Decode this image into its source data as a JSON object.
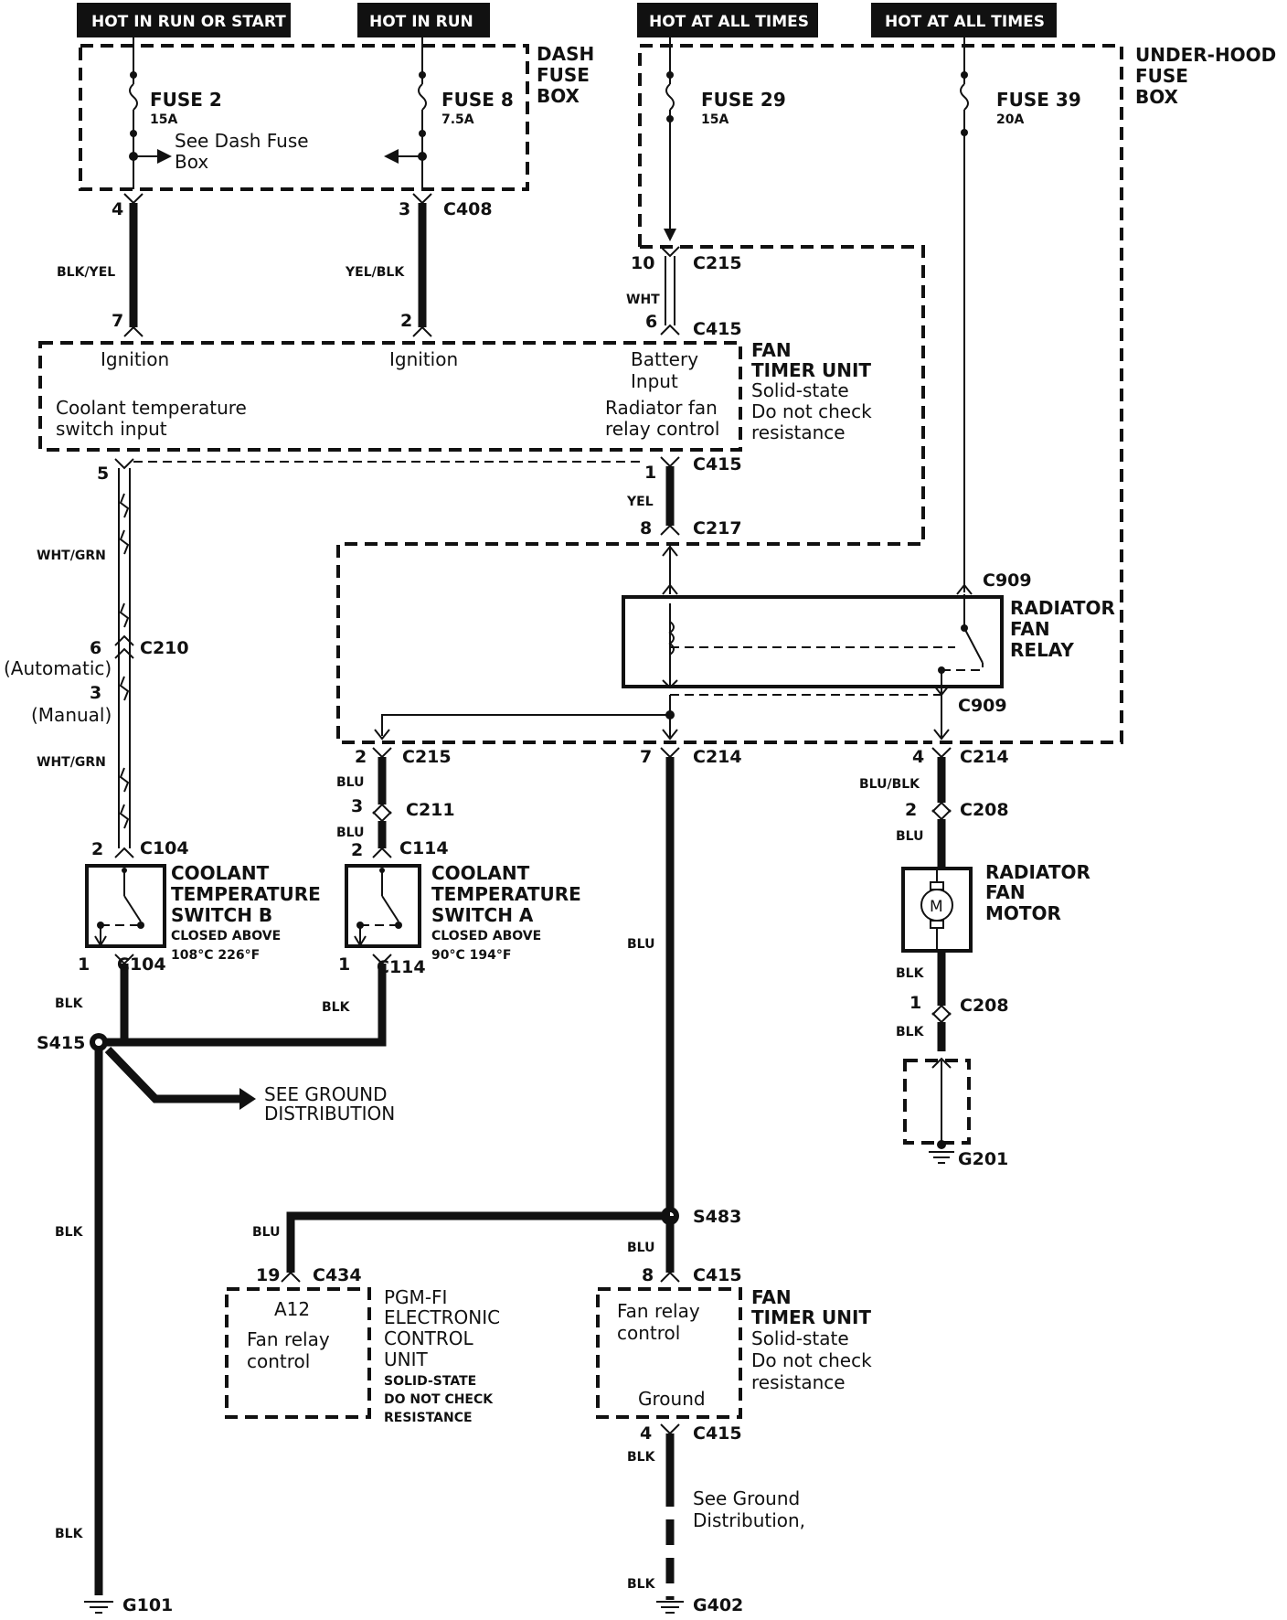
{
  "power_labels": {
    "hot_run_start": "HOT IN RUN OR START",
    "hot_run": "HOT IN RUN",
    "hot_all_1": "HOT AT ALL TIMES",
    "hot_all_2": "HOT AT ALL TIMES"
  },
  "dash_box": {
    "title": [
      "DASH",
      "FUSE",
      "BOX"
    ],
    "fuse2": "FUSE 2",
    "fuse2_amp": "15A",
    "fuse8": "FUSE 8",
    "fuse8_amp": "7.5A",
    "see": "See Dash Fuse",
    "see2": "Box"
  },
  "underhood_box": {
    "title": [
      "UNDER-HOOD",
      "FUSE",
      "BOX"
    ],
    "fuse29": "FUSE 29",
    "fuse29_amp": "15A",
    "fuse39": "FUSE 39",
    "fuse39_amp": "20A"
  },
  "fan_timer_top": {
    "title": "FAN",
    "title2": "TIMER UNIT",
    "notes": [
      "Solid-state",
      "Do not check",
      "resistance"
    ],
    "ignition1": "Ignition",
    "ignition2": "Ignition",
    "battery": "Battery",
    "battery2": "Input",
    "coolant": "Coolant temperature",
    "coolant2": "switch input",
    "relay": "Radiator fan",
    "relay2": "relay control"
  },
  "relay": {
    "title": [
      "RADIATOR",
      "FAN",
      "RELAY"
    ]
  },
  "switch_b": {
    "title": [
      "COOLANT",
      "TEMPERATURE",
      "SWITCH B"
    ],
    "closed": "CLOSED ABOVE",
    "temp": "108°C 226°F"
  },
  "switch_a": {
    "title": [
      "COOLANT",
      "TEMPERATURE",
      "SWITCH A"
    ],
    "closed": "CLOSED ABOVE",
    "temp": "90°C 194°F"
  },
  "motor": {
    "title": [
      "RADIATOR",
      "FAN",
      "MOTOR"
    ],
    "symbol": "M"
  },
  "pgm": {
    "pin": "A12",
    "line1": "Fan relay",
    "line2": "control",
    "title": [
      "PGM-FI",
      "ELECTRONIC",
      "CONTROL",
      "UNIT"
    ],
    "notes": [
      "SOLID-STATE",
      "DO NOT CHECK",
      "RESISTANCE"
    ]
  },
  "fan_timer_bottom": {
    "line1": "Fan relay",
    "line2": "control",
    "ground": "Ground",
    "title": "FAN",
    "title2": "TIMER UNIT",
    "notes": [
      "Solid-state",
      "Do not check",
      "resistance"
    ]
  },
  "ground_dist": [
    "SEE GROUND",
    "DISTRIBUTION"
  ],
  "ground_dist2": [
    "See Ground",
    "Distribution,"
  ],
  "variants": {
    "automatic": "(Automatic)",
    "manual": "(Manual)"
  },
  "wires": {
    "blk_yel": "BLK/YEL",
    "yel_blk": "YEL/BLK",
    "wht": "WHT",
    "yel": "YEL",
    "wht_grn_1": "WHT/GRN",
    "wht_grn_2": "WHT/GRN",
    "blu_1": "BLU",
    "blu_2": "BLU",
    "blu_3": "BLU",
    "blu_4": "BLU",
    "blu_5": "BLU",
    "blu_6": "BLU",
    "blu_blk": "BLU/BLK",
    "blk_1": "BLK",
    "blk_2": "BLK",
    "blk_3": "BLK",
    "blk_4": "BLK",
    "blk_5": "BLK",
    "blk_6": "BLK",
    "blk_7": "BLK",
    "blk_8": "BLK"
  },
  "connectors": {
    "c408": "C408",
    "c215a": "C215",
    "c415a": "C415",
    "c415b": "C415",
    "c217": "C217",
    "c909a": "C909",
    "c909b": "C909",
    "c210": "C210",
    "c215b": "C215",
    "c214a": "C214",
    "c214b": "C214",
    "c211": "C211",
    "c208a": "C208",
    "c208b": "C208",
    "c104a": "C104",
    "c104b": "C104",
    "c114a": "C114",
    "c114b": "C114",
    "c434": "C434",
    "c415c": "C415",
    "c415d": "C415",
    "s415": "S415",
    "s483": "S483",
    "g101": "G101",
    "g201": "G201",
    "g402": "G402"
  },
  "pins": {
    "p4a": "4",
    "p3a": "3",
    "p7a": "7",
    "p2a": "2",
    "p10": "10",
    "p6a": "6",
    "p5": "5",
    "p1a": "1",
    "p8a": "8",
    "p6b": "6",
    "p3b": "3",
    "p2b": "2",
    "p7b": "7",
    "p4b": "4",
    "p3c": "3",
    "p2c": "2",
    "p2d": "2",
    "p2e": "2",
    "p1b": "1",
    "p1c": "1",
    "p1d": "1",
    "p19": "19",
    "p8b": "8",
    "p4c": "4"
  }
}
